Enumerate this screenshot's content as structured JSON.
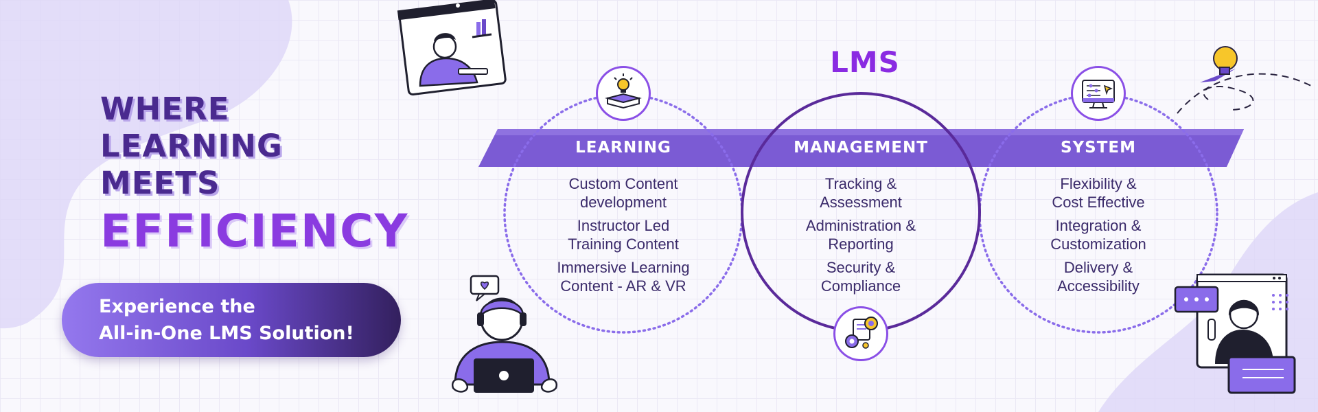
{
  "colors": {
    "primary_purple": "#8a2be2",
    "deep_purple": "#4a2a8f",
    "band": "#7b5bd4",
    "background": "#f9f8fd",
    "blob": "#d9d2f7"
  },
  "hero": {
    "headline_lines": [
      "WHERE",
      "LEARNING",
      "MEETS"
    ],
    "headline_emphasis": "EFFICIENCY",
    "cta_lines": [
      "Experience the",
      "All-in-One LMS Solution!"
    ]
  },
  "diagram": {
    "title": "LMS",
    "columns": [
      {
        "heading": "LEARNING",
        "icon": "open-book-lightbulb-icon",
        "items": [
          "Custom Content\ndevelopment",
          "Instructor Led\nTraining Content",
          "Immersive Learning\nContent - AR & VR"
        ]
      },
      {
        "heading": "MANAGEMENT",
        "icon": "gear-target-clipboard-icon",
        "items": [
          "Tracking &\nAssessment",
          "Administration &\nReporting",
          "Security &\nCompliance"
        ]
      },
      {
        "heading": "SYSTEM",
        "icon": "monitor-sliders-cursor-icon",
        "items": [
          "Flexibility &\nCost Effective",
          "Integration &\nCustomization",
          "Delivery &\nAccessibility"
        ]
      }
    ]
  },
  "illustrations": [
    "person-at-window-laptop-illustration",
    "student-headphones-laptop-illustration",
    "woman-on-screen-chat-illustration",
    "lightbulb-paper-plane-icon"
  ]
}
